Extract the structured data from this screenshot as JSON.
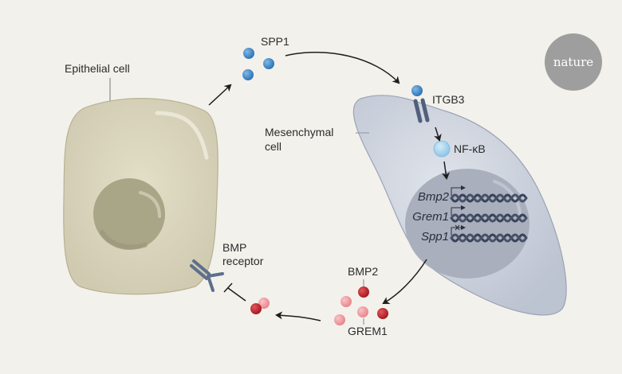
{
  "labels": {
    "epithelial_cell": "Epithelial cell",
    "spp1": "SPP1",
    "itgb3": "ITGB3",
    "mesenchymal_line1": "Mesenchymal",
    "mesenchymal_line2": "cell",
    "nfkb": "NF-κB",
    "bmp_receptor_line1": "BMP",
    "bmp_receptor_line2": "receptor",
    "bmp2": "BMP2",
    "grem1": "GREM1"
  },
  "genes": [
    {
      "name": "Bmp2",
      "expressed": true
    },
    {
      "name": "Grem1",
      "expressed": true
    },
    {
      "name": "Spp1",
      "expressed": false
    }
  ],
  "logo": {
    "text": "nature"
  },
  "colors": {
    "background": "#f3f1eb",
    "epithelial_cell": "#ddd9c2",
    "nucleus_epithelial": "#a9a587",
    "mesenchymal_cell": "#d4d9e3",
    "nucleus_mesenchymal": "#a9afbd",
    "spp1_protein": "#3f86c6",
    "nfkb": "#a9d6ef",
    "bmp2_protein": "#b8262c",
    "grem1_protein": "#f0a5aa",
    "receptor": "#5d6f8c",
    "logo_circle": "#9e9e9e"
  }
}
